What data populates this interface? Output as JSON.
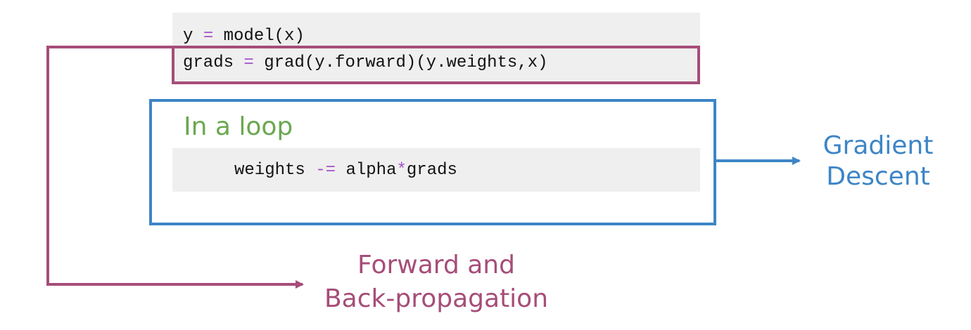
{
  "top_code": {
    "line1": {
      "lhs": "y",
      "op": "=",
      "rhs": "model(x)"
    },
    "line2": {
      "lhs": "grads",
      "op": "=",
      "rhs": "grad(y.forward)(y.weights,x)"
    }
  },
  "loop_box": {
    "title": "In a loop",
    "code": {
      "lhs": "weights",
      "op": "-=",
      "rhs_left": "alpha",
      "mult": "*",
      "rhs_right": "grads"
    }
  },
  "labels": {
    "gradient_descent_line1": "Gradient",
    "gradient_descent_line2": "Descent",
    "forward_back_line1": "Forward and",
    "forward_back_line2": "Back-propagation"
  },
  "colors": {
    "magenta": "#a64d79",
    "blue": "#3d85c6",
    "green": "#6aa84f",
    "operator": "#a64fc9",
    "code_bg": "#efefef"
  }
}
